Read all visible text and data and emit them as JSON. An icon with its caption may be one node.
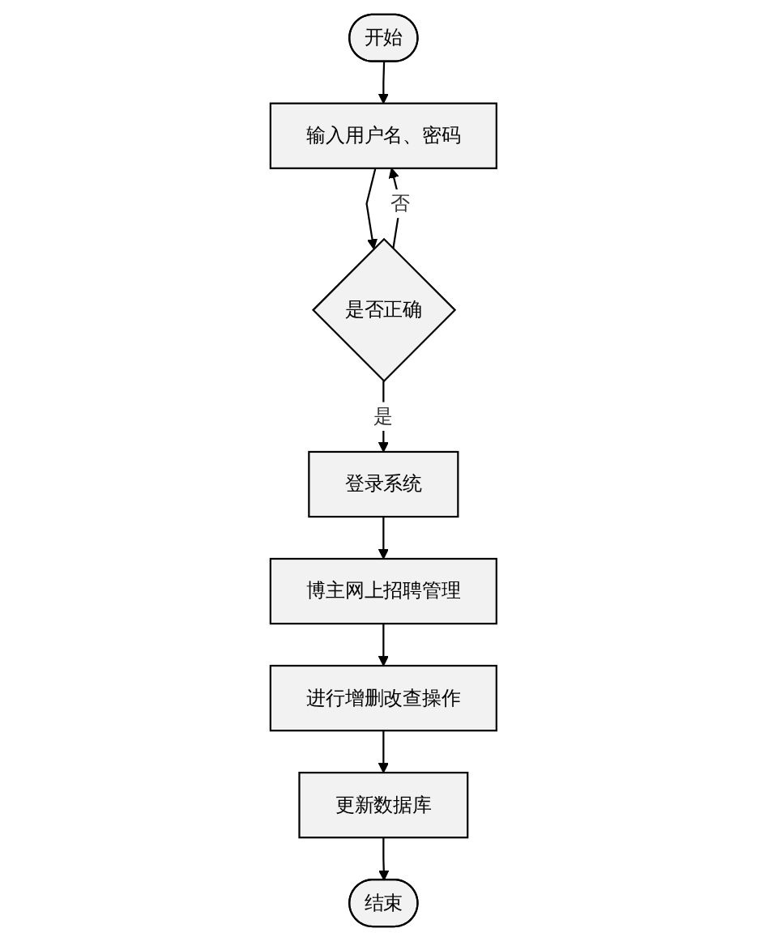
{
  "diagram": {
    "nodes": [
      {
        "text": [
          "开始"
        ]
      },
      {
        "text": [
          "输入用户名、密码"
        ]
      },
      {
        "text": [
          "是否正确"
        ]
      },
      {
        "text": [
          "登录系统"
        ]
      },
      {
        "text": [
          "博主网上招聘管理"
        ]
      },
      {
        "text": [
          "进行增删改查操作"
        ]
      },
      {
        "text": [
          "更新数据库"
        ]
      },
      {
        "text": [
          "结束"
        ]
      }
    ],
    "edges": [
      {
        "from": 0,
        "to": 1,
        "arrow": "to"
      },
      {
        "from": 1,
        "to": 2,
        "arrow": "to"
      },
      {
        "from": 2,
        "to": 1,
        "arrow": "to",
        "label": "否"
      },
      {
        "from": 2,
        "to": 3,
        "arrow": "to",
        "label": "是"
      },
      {
        "from": 3,
        "to": 4,
        "arrow": "to"
      },
      {
        "from": 4,
        "to": 5,
        "arrow": "to"
      },
      {
        "from": 5,
        "to": 6,
        "arrow": "to"
      },
      {
        "from": 6,
        "to": 7,
        "arrow": "to"
      }
    ]
  }
}
